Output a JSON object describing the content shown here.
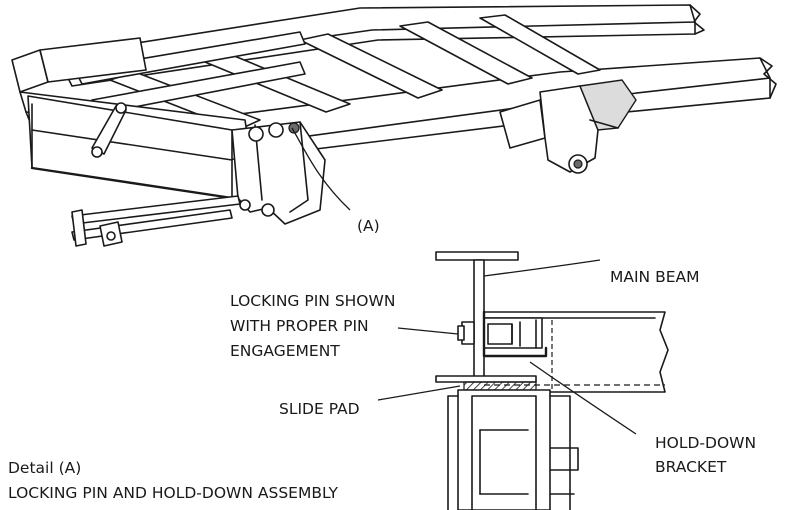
{
  "figure": {
    "callout_a": "(A)",
    "labels": {
      "main_beam": "MAIN BEAM",
      "locking_pin_line1": "LOCKING PIN SHOWN",
      "locking_pin_line2": "WITH PROPER PIN",
      "locking_pin_line3": "ENGAGEMENT",
      "slide_pad": "SLIDE PAD",
      "hold_down_line1": "HOLD-DOWN",
      "hold_down_line2": "BRACKET"
    },
    "caption": {
      "line1": "Detail (A)",
      "line2": "LOCKING PIN AND HOLD-DOWN ASSEMBLY"
    }
  }
}
